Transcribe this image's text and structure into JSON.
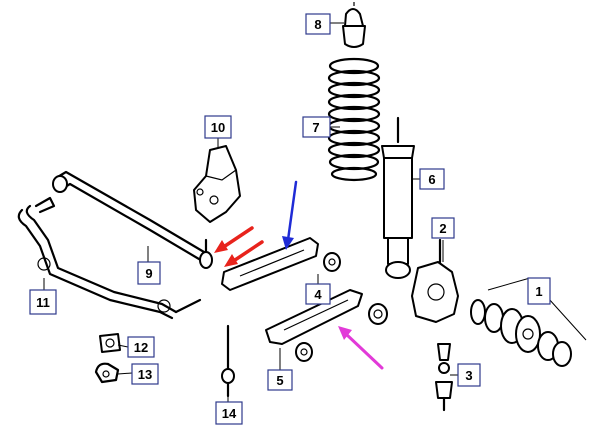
{
  "callouts": [
    {
      "id": "c1",
      "label": "1"
    },
    {
      "id": "c2",
      "label": "2"
    },
    {
      "id": "c3",
      "label": "3"
    },
    {
      "id": "c4",
      "label": "4"
    },
    {
      "id": "c5",
      "label": "5"
    },
    {
      "id": "c6",
      "label": "6"
    },
    {
      "id": "c7",
      "label": "7"
    },
    {
      "id": "c8",
      "label": "8"
    },
    {
      "id": "c9",
      "label": "9"
    },
    {
      "id": "c10",
      "label": "10"
    },
    {
      "id": "c11",
      "label": "11"
    },
    {
      "id": "c12",
      "label": "12"
    },
    {
      "id": "c13",
      "label": "13"
    },
    {
      "id": "c14",
      "label": "14"
    }
  ],
  "colors": {
    "callout_border": "#2e3a8c",
    "arrow_red": "#e8231c",
    "arrow_blue": "#1f2bd6",
    "arrow_magenta": "#e23ad8",
    "line": "#000000"
  }
}
